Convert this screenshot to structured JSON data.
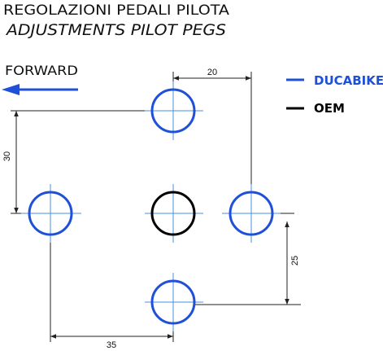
{
  "title": {
    "line1": "REGOLAZIONI PEDALI PILOTA",
    "line2": "ADJUSTMENTS PILOT PEGS"
  },
  "direction": {
    "label": "FORWARD",
    "color": "#1e50d8"
  },
  "legend": {
    "items": [
      {
        "label": "DUCABIKE",
        "color": "#1e50d8"
      },
      {
        "label": "OEM",
        "color": "#000000"
      }
    ]
  },
  "dimensions": {
    "top_horizontal": "20",
    "left_vertical": "30",
    "right_vertical": "25",
    "bottom_horizontal": "35"
  },
  "colors": {
    "ducabike": "#1e50d8",
    "oem": "#000000",
    "crosshair": "#4a8fe0",
    "dimension_line": "#222222"
  }
}
